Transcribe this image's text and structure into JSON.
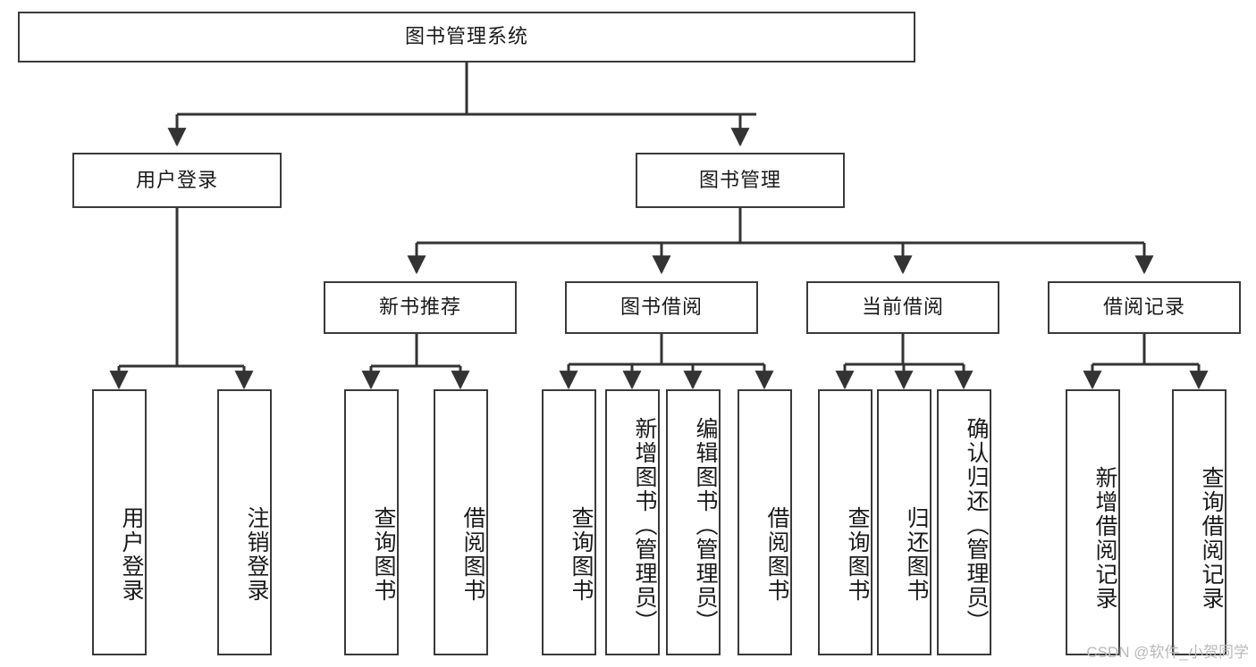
{
  "diagram": {
    "title": "图书管理系统",
    "type": "tree",
    "orientation": "top-down",
    "colors": {
      "box_border": "#3a3a3a",
      "box_fill": "#ffffff",
      "connector": "#333333",
      "text": "#1a1a1a",
      "watermark": "#b9b9b9",
      "background": "#ffffff"
    },
    "nodes": {
      "root": {
        "label": "图书管理系统",
        "level": 1
      },
      "user_login": {
        "label": "用户登录",
        "level": 2
      },
      "book_manage": {
        "label": "图书管理",
        "level": 2
      },
      "new_book_rec": {
        "label": "新书推荐",
        "level": 3
      },
      "book_borrow": {
        "label": "图书借阅",
        "level": 3
      },
      "current_borrow": {
        "label": "当前借阅",
        "level": 3
      },
      "borrow_record": {
        "label": "借阅记录",
        "level": 3
      },
      "leaf_user_login": {
        "label": "用户登录",
        "level": 4,
        "parent": "用户登录"
      },
      "leaf_logout": {
        "label": "注销登录",
        "level": 4,
        "parent": "用户登录"
      },
      "leaf_query_book_1": {
        "label": "查询图书",
        "level": 4,
        "parent": "新书推荐"
      },
      "leaf_borrow_book_1": {
        "label": "借阅图书",
        "level": 4,
        "parent": "新书推荐"
      },
      "leaf_query_book_2": {
        "label": "查询图书",
        "level": 4,
        "parent": "图书借阅"
      },
      "leaf_add_book": {
        "label": "新增图书（管理员）",
        "level": 4,
        "parent": "图书借阅"
      },
      "leaf_edit_book": {
        "label": "编辑图书（管理员）",
        "level": 4,
        "parent": "图书借阅"
      },
      "leaf_borrow_book_2": {
        "label": "借阅图书",
        "level": 4,
        "parent": "图书借阅"
      },
      "leaf_query_book_3": {
        "label": "查询图书",
        "level": 4,
        "parent": "当前借阅"
      },
      "leaf_return_book": {
        "label": "归还图书",
        "level": 4,
        "parent": "当前借阅"
      },
      "leaf_confirm_return": {
        "label": "确认归还（管理员）",
        "level": 4,
        "parent": "当前借阅"
      },
      "leaf_add_record": {
        "label": "新增借阅记录",
        "level": 4,
        "parent": "借阅记录"
      },
      "leaf_query_record": {
        "label": "查询借阅记录",
        "level": 4,
        "parent": "借阅记录"
      }
    }
  },
  "watermark": {
    "text": "CSDN @软件_小贺同学"
  }
}
